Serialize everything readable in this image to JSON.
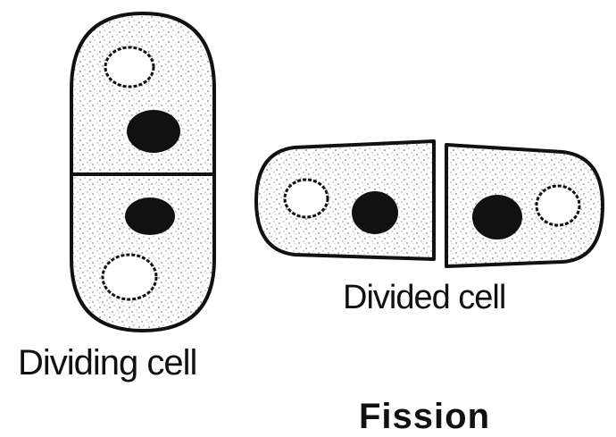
{
  "labels": {
    "dividing": "Dividing cell",
    "divided": "Divided cell",
    "title": "Fission"
  },
  "colors": {
    "outline": "#111111",
    "nucleus": "#111111",
    "stipple": "#555555",
    "background": "#ffffff"
  }
}
